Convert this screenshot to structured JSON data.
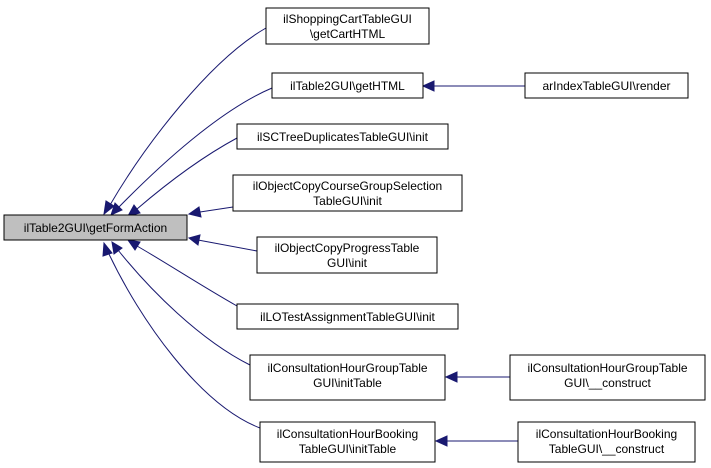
{
  "colors": {
    "edge": "#191970",
    "node_fill": "#ffffff",
    "root_fill": "#bfbfbf",
    "border": "#000000"
  },
  "nodes": {
    "root": {
      "lines": [
        "ilTable2GUI\\getFormAction"
      ]
    },
    "cart": {
      "lines": [
        "ilShoppingCartTableGUI",
        "\\getCartHTML"
      ]
    },
    "gethtml": {
      "lines": [
        "ilTable2GUI\\getHTML"
      ]
    },
    "arindex": {
      "lines": [
        "arIndexTableGUI\\render"
      ]
    },
    "sctree": {
      "lines": [
        "ilSCTreeDuplicatesTableGUI\\init"
      ]
    },
    "objcopycourse": {
      "lines": [
        "ilObjectCopyCourseGroupSelection",
        "TableGUI\\init"
      ]
    },
    "objcopyprogress": {
      "lines": [
        "ilObjectCopyProgressTable",
        "GUI\\init"
      ]
    },
    "lotest": {
      "lines": [
        "ilLOTestAssignmentTableGUI\\init"
      ]
    },
    "consgroup": {
      "lines": [
        "ilConsultationHourGroupTable",
        "GUI\\initTable"
      ]
    },
    "consgroupctor": {
      "lines": [
        "ilConsultationHourGroupTable",
        "GUI\\__construct"
      ]
    },
    "consbooking": {
      "lines": [
        "ilConsultationHourBooking",
        "TableGUI\\initTable"
      ]
    },
    "consbookingctor": {
      "lines": [
        "ilConsultationHourBooking",
        "TableGUI\\__construct"
      ]
    }
  }
}
